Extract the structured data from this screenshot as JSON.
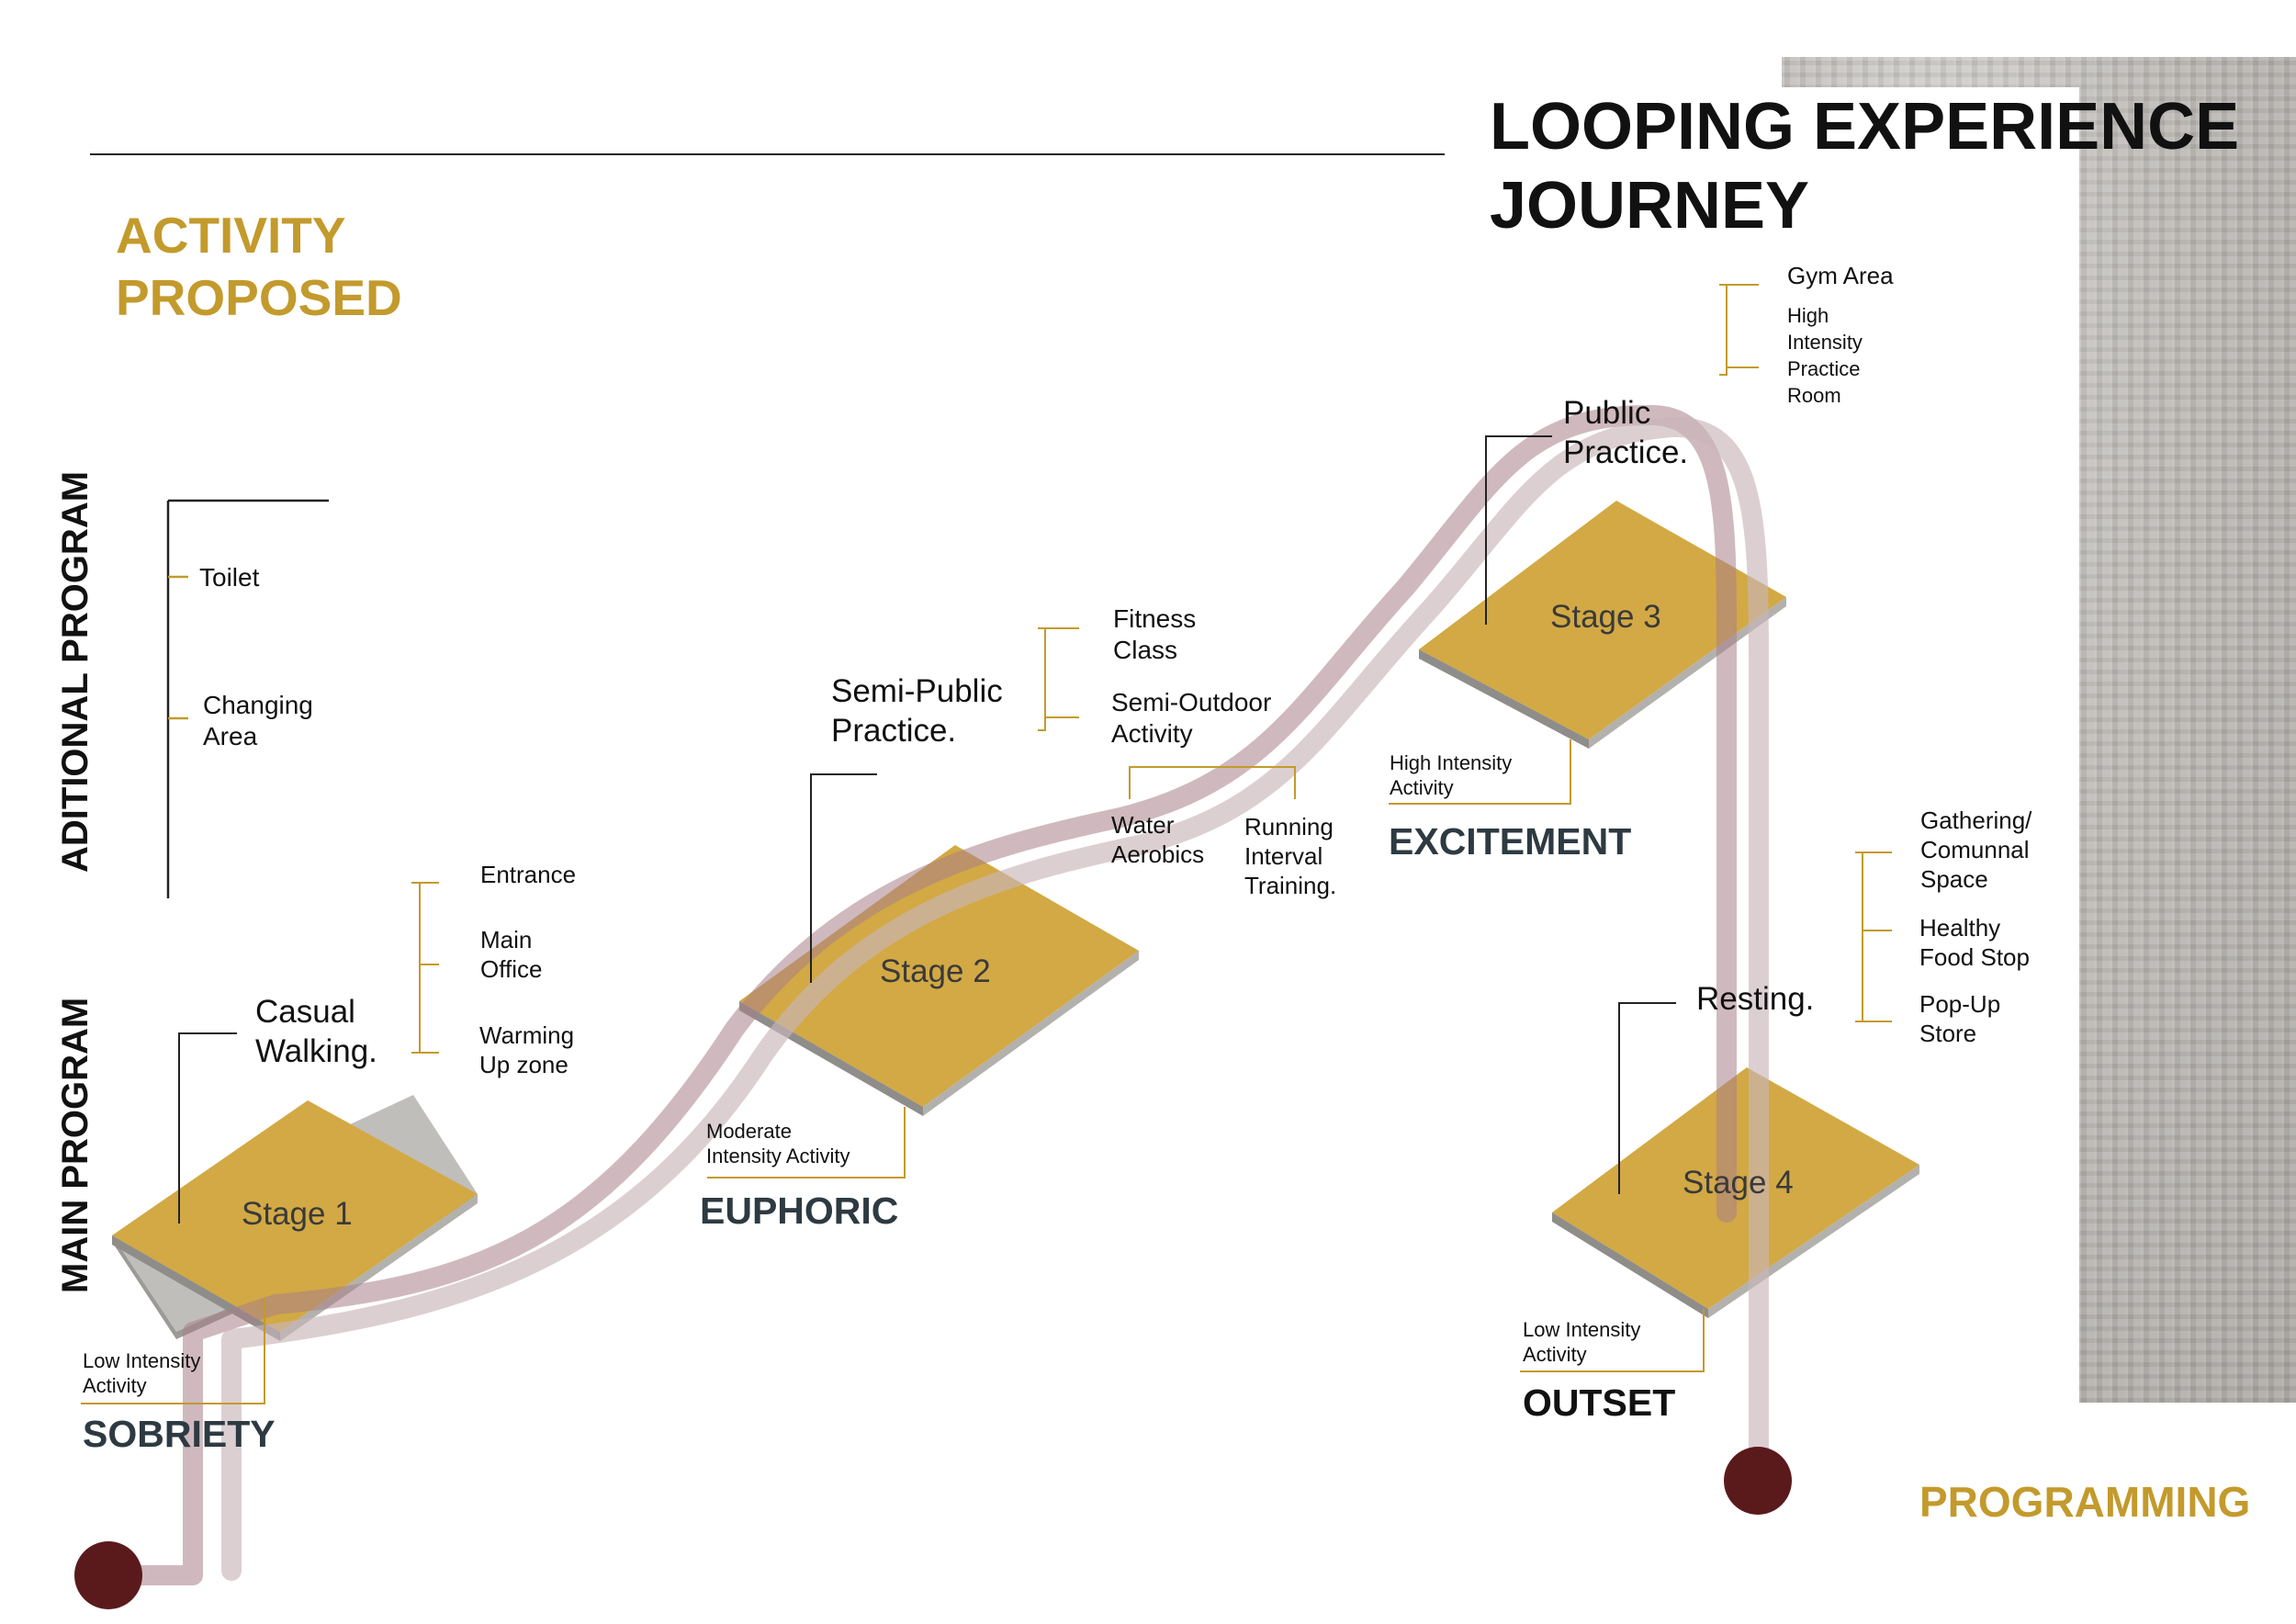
{
  "header": {
    "title_line1": "LOOPING EXPERIENCE",
    "title_line2": "JOURNEY",
    "activity_line1": "ACTIVITY",
    "activity_line2": "PROPOSED",
    "footer_label": "PROGRAMMING"
  },
  "side_labels": {
    "additional": "ADITIONAL PROGRAM",
    "main": "MAIN PROGRAM"
  },
  "additional_program": [
    "Toilet",
    "Changing",
    "Area"
  ],
  "stages": [
    {
      "label": "Stage 1",
      "practice": [
        "Casual",
        "Walking."
      ],
      "activities": [
        "Entrance",
        "Main",
        "Office",
        "Warming",
        "Up zone"
      ],
      "intensity": [
        "Low Intensity",
        "Activity"
      ],
      "mood": "SOBRIETY"
    },
    {
      "label": "Stage 2",
      "practice": [
        "Semi-Public",
        "Practice."
      ],
      "activities": [
        "Fitness",
        "Class",
        "Semi-Outdoor",
        "Activity",
        "Water",
        "Aerobics",
        "Running",
        "Interval",
        "Training."
      ],
      "intensity": [
        "Moderate",
        "Intensity Activity"
      ],
      "mood": "EUPHORIC"
    },
    {
      "label": "Stage 3",
      "practice": [
        "Public",
        "Practice."
      ],
      "activities": [
        "Gym Area",
        "High",
        "Intensity",
        "Practice",
        "Room"
      ],
      "intensity": [
        "High Intensity",
        "Activity"
      ],
      "mood": "EXCITEMENT"
    },
    {
      "label": "Stage 4",
      "practice": [
        "Resting."
      ],
      "activities": [
        "Gathering/",
        "Comunnal",
        "Space",
        "Healthy",
        "Food Stop",
        "Pop-Up",
        "Store"
      ],
      "intensity": [
        "Low Intensity",
        "Activity"
      ],
      "mood": "OUTSET"
    }
  ],
  "colors": {
    "gold": "#c39a2c",
    "tile": "#d2a944",
    "path": "#a87f88",
    "endpoint": "#5a1a1c",
    "mood_text": "#2e3a41"
  }
}
